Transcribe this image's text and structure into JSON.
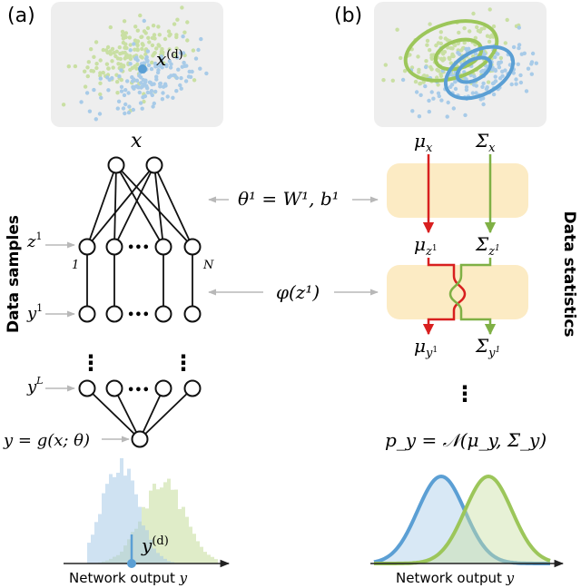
{
  "panel_labels": {
    "a": "(a)",
    "b": "(b)"
  },
  "side_labels": {
    "left": "Data samples",
    "right": "Data statistics"
  },
  "panel_a": {
    "sample_label_base": "x",
    "sample_label_sup": "(d)",
    "input_label": "x",
    "z_label": {
      "base": "z",
      "sup": "1"
    },
    "y_label": {
      "base": "y",
      "sup": "1"
    },
    "yL_label": {
      "base": "y",
      "sup": "L"
    },
    "output_eq": "y = g(x; θ)",
    "node_first": "1",
    "node_last": "N",
    "dots": "•••",
    "vdots": "⋮",
    "hist_output_base": "y",
    "hist_output_sup": "(d)",
    "axis_label_text": "Network output ",
    "axis_label_var": "y"
  },
  "panel_b": {
    "mu_x": {
      "base": "μ",
      "sub": "x"
    },
    "sigma_x": {
      "base": "Σ",
      "sub": "x"
    },
    "mu_z": {
      "base": "μ",
      "sub": "z",
      "subsup": "1"
    },
    "sigma_z": {
      "base": "Σ",
      "sub": "z",
      "subsup": "1"
    },
    "mu_y": {
      "base": "μ",
      "sub": "y",
      "subsup": "1"
    },
    "sigma_y": {
      "base": "Σ",
      "sub": "y",
      "subsup": "1"
    },
    "vdots": "⋮",
    "final_eq": "p_y = 𝒩(μ_y, Σ_y)",
    "axis_label_text": "Network output ",
    "axis_label_var": "y"
  },
  "middle": {
    "theta_eq": "θ¹ = W¹, b¹",
    "phi_eq": "φ(z¹)"
  },
  "colors": {
    "green": "#9cc65a",
    "blue": "#5b9fd4",
    "light_green": "#c9dfa3",
    "light_blue": "#a8cbe8",
    "panel_bg": "#eeeeee",
    "band": "#fcebc4",
    "red": "#d81f1f",
    "arrow_gray": "#b8b8b8"
  }
}
